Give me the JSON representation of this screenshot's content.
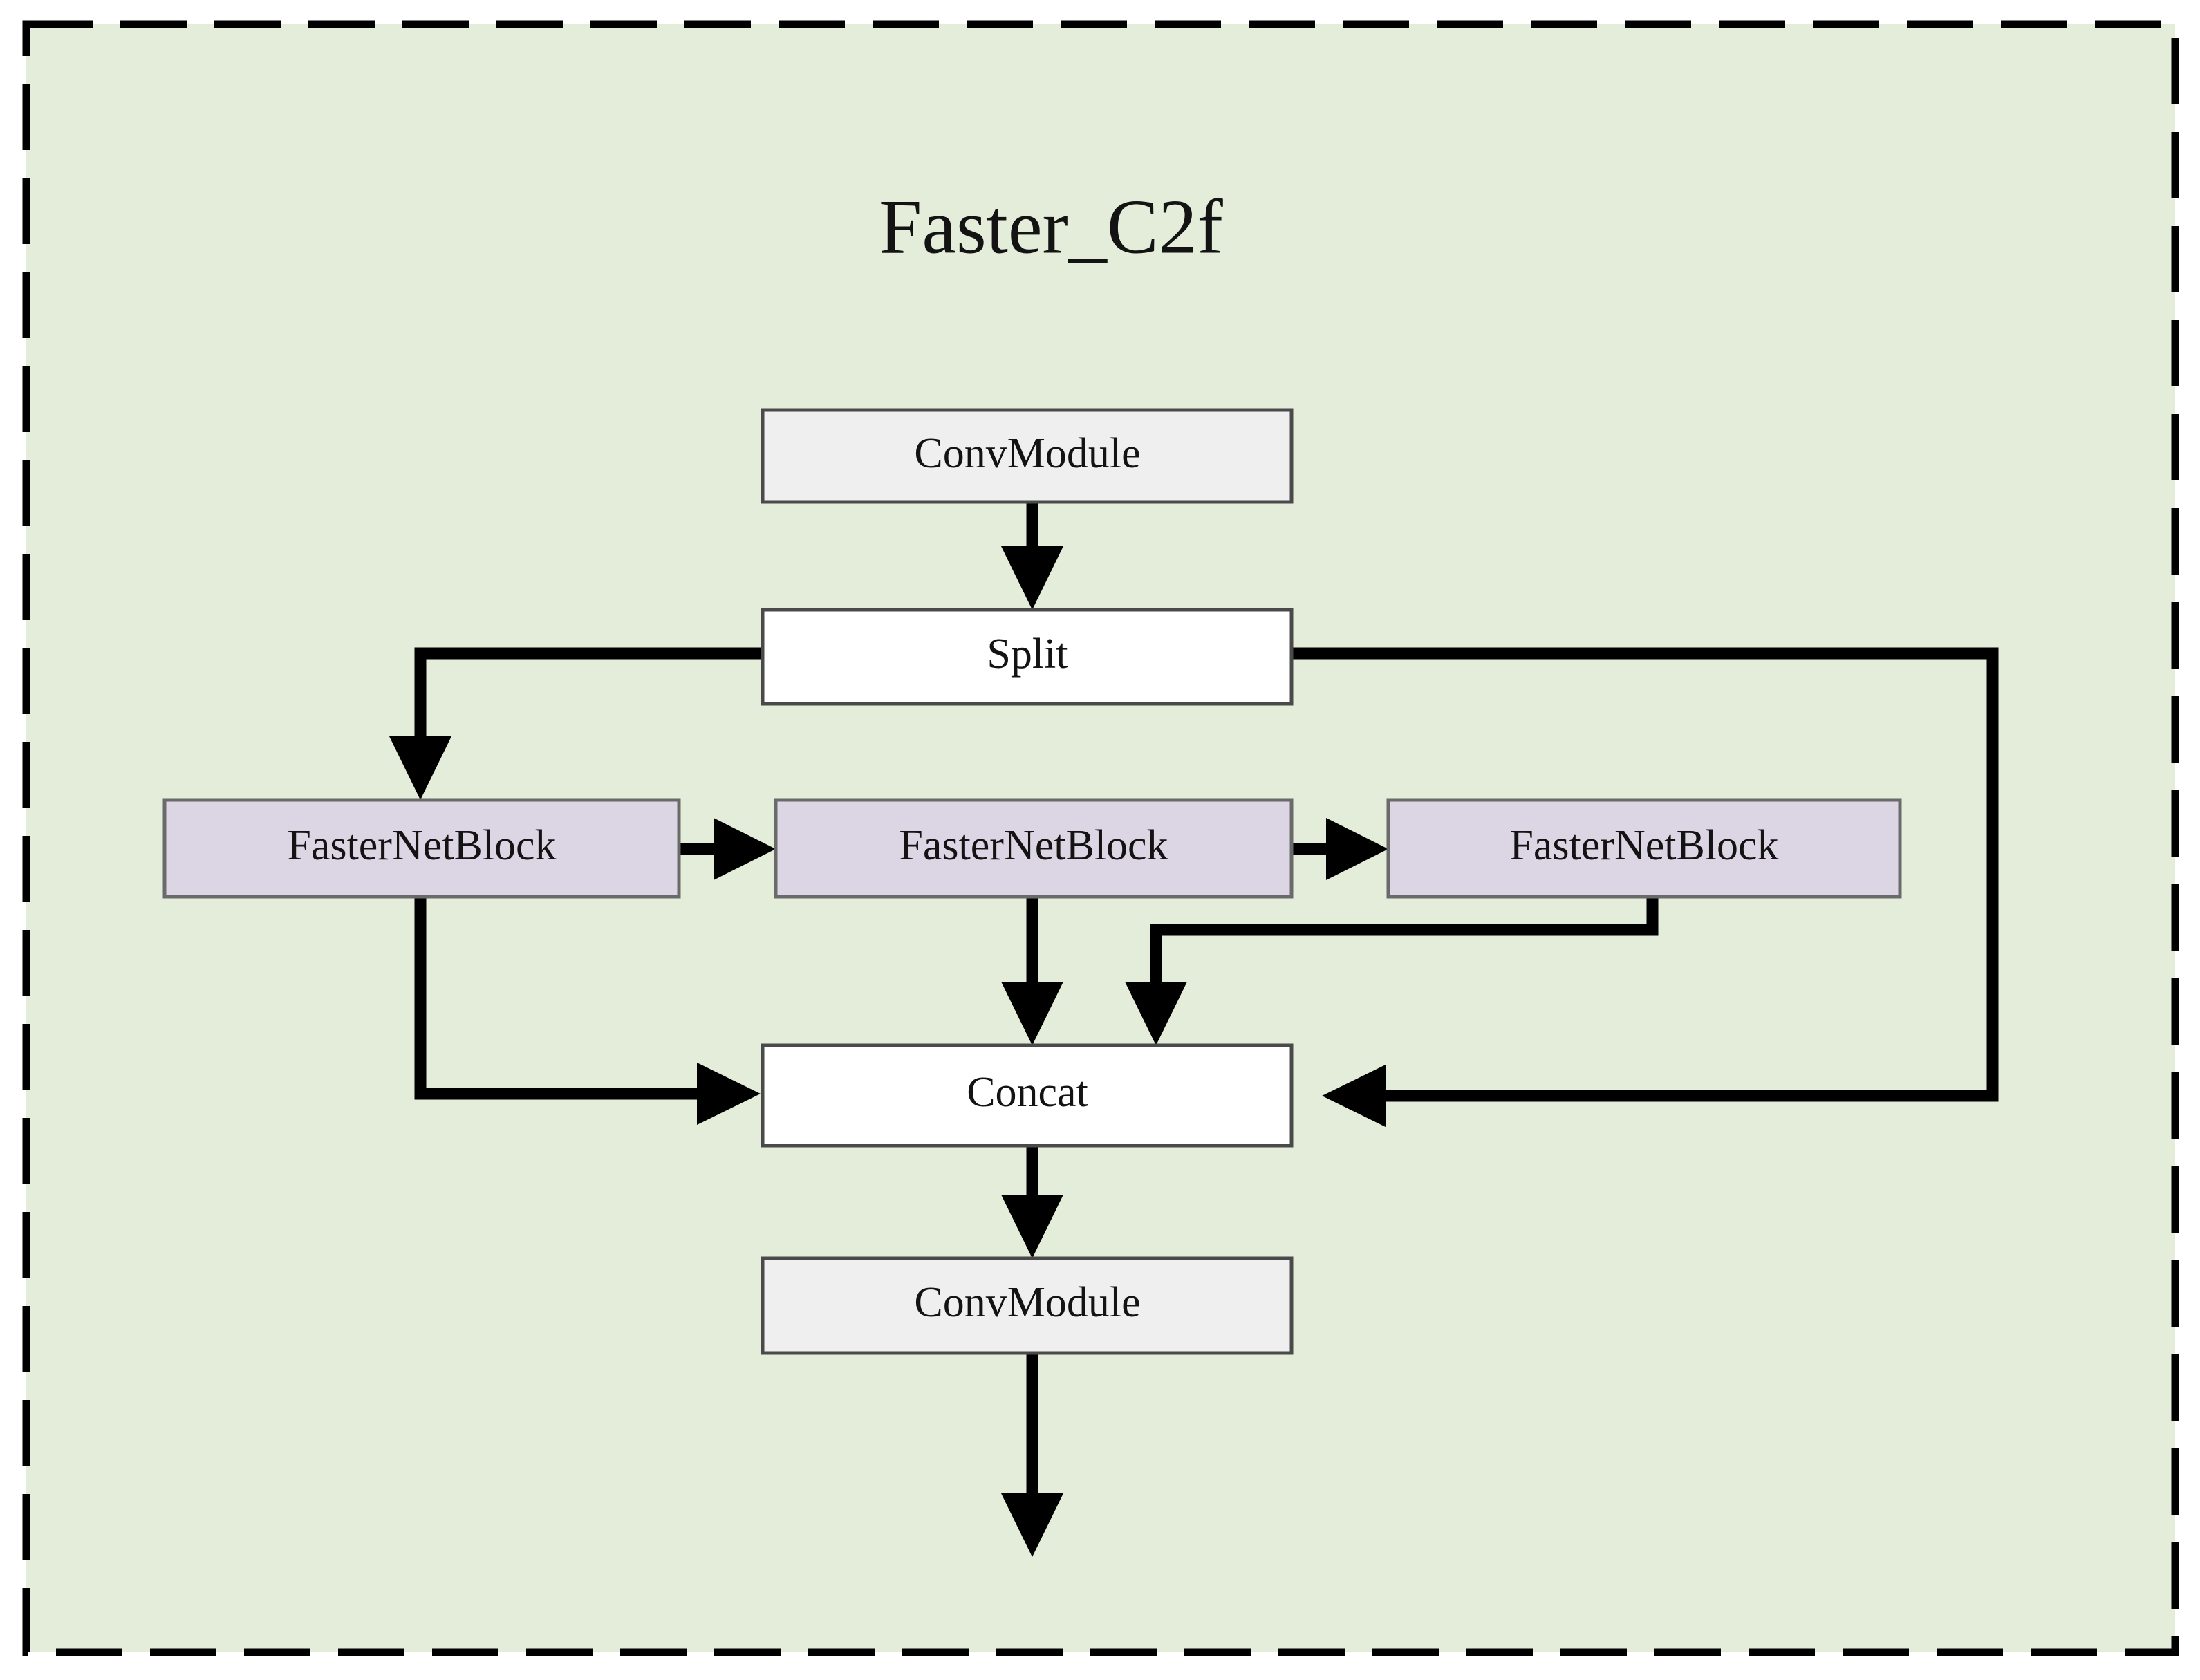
{
  "diagram": {
    "title": "Faster_C2f",
    "container": {
      "name": "faster-c2f-group",
      "background_color": "#e4edda",
      "border_style": "dashed",
      "border_color": "#000000"
    },
    "palette": {
      "conv_module_fill": "#efefef",
      "plain_fill": "#ffffff",
      "fasternet_fill": "#dcd6e4",
      "edge_color": "#000000",
      "text_color": "#131313"
    },
    "nodes": [
      {
        "id": "conv_top",
        "label": "ConvModule",
        "type": "conv"
      },
      {
        "id": "split",
        "label": "Split",
        "type": "plain"
      },
      {
        "id": "fnb1",
        "label": "FasterNetBlock",
        "type": "fasternet"
      },
      {
        "id": "fnb2",
        "label": "FasterNetBlock",
        "type": "fasternet"
      },
      {
        "id": "fnb3",
        "label": "FasterNetBlock",
        "type": "fasternet"
      },
      {
        "id": "concat",
        "label": "Concat",
        "type": "plain"
      },
      {
        "id": "conv_bot",
        "label": "ConvModule",
        "type": "conv"
      }
    ],
    "edges": [
      {
        "from": "conv_top",
        "to": "split",
        "kind": "straight-down"
      },
      {
        "from": "split",
        "to": "fnb1",
        "kind": "left-branch"
      },
      {
        "from": "split",
        "to": "concat",
        "kind": "right-skip"
      },
      {
        "from": "fnb1",
        "to": "fnb2",
        "kind": "straight-right"
      },
      {
        "from": "fnb2",
        "to": "fnb3",
        "kind": "straight-right"
      },
      {
        "from": "fnb1",
        "to": "concat",
        "kind": "down-then-right"
      },
      {
        "from": "fnb2",
        "to": "concat",
        "kind": "straight-down"
      },
      {
        "from": "fnb3",
        "to": "concat",
        "kind": "down-left-down"
      },
      {
        "from": "concat",
        "to": "conv_bot",
        "kind": "straight-down"
      },
      {
        "from": "conv_bot",
        "to": "output",
        "kind": "straight-down"
      }
    ]
  }
}
